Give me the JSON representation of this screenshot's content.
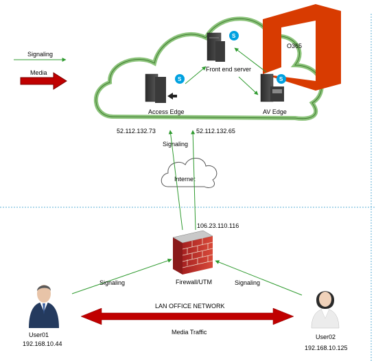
{
  "legend": {
    "signaling_label": "Signaling",
    "media_label": "Media"
  },
  "cloud": {
    "o365_label": "O365",
    "front_end_label": "Front end server",
    "access_edge_label": "Access Edge",
    "av_edge_label": "AV Edge",
    "ip_access_edge": "52.112.132.73",
    "ip_av_edge": "52.112.132.65"
  },
  "internet": {
    "label": "Internet",
    "signaling_label": "Signaling"
  },
  "firewall": {
    "label": "Firewall/UTM",
    "ip": "106.23.110.116"
  },
  "lan": {
    "title": "LAN OFFICE NETWORK",
    "media_traffic": "Media Traffic",
    "signaling_left": "Signaling",
    "signaling_right": "Signaling"
  },
  "users": {
    "user01_name": "User01",
    "user01_ip": "192.168.10.44",
    "user02_name": "User02",
    "user02_ip": "192.168.10.125"
  },
  "colors": {
    "signaling_line": "#2e9a2e",
    "media_arrow": "#c00000",
    "cloud_outline": "#8bc37a",
    "o365": "#d83b01",
    "divider": "#5aaed6"
  }
}
